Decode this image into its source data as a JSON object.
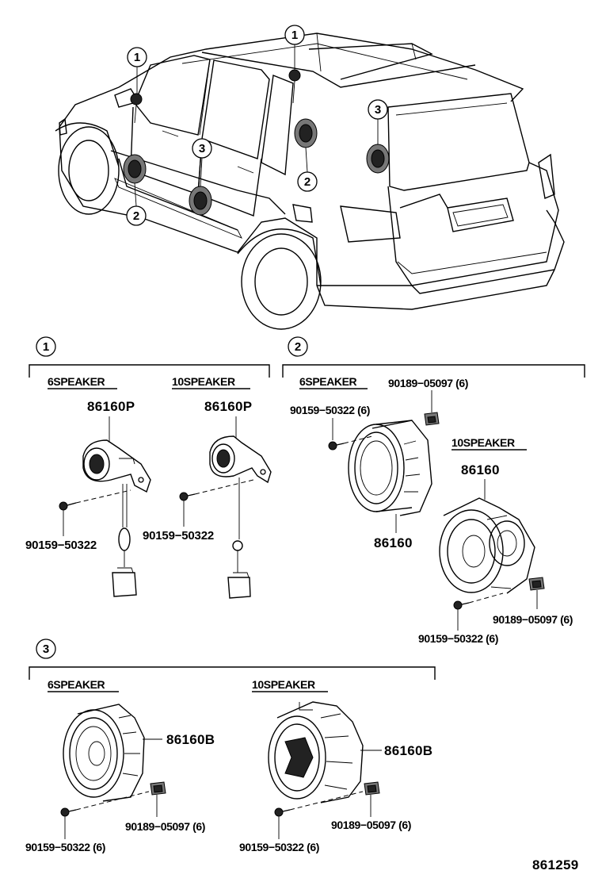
{
  "callouts": {
    "one": "1",
    "two": "2",
    "three": "3"
  },
  "group1": {
    "left_header": "6SPEAKER",
    "right_header": "10SPEAKER",
    "left_part": "86160P",
    "right_part": "86160P",
    "left_screw": "90159−50322",
    "right_screw": "90159−50322"
  },
  "group2": {
    "left_header": "6SPEAKER",
    "right_header": "10SPEAKER",
    "clip_top": "90189−05097 (6)",
    "screw_top": "90159−50322 (6)",
    "left_part": "86160",
    "right_part": "86160",
    "right_clip": "90189−05097 (6)",
    "right_screw": "90159−50322 (6)"
  },
  "group3": {
    "left_header": "6SPEAKER",
    "right_header": "10SPEAKER",
    "left_part": "86160B",
    "right_part": "86160B",
    "left_clip": "90189−05097 (6)",
    "left_screw": "90159−50322 (6)",
    "right_clip": "90189−05097 (6)",
    "right_screw": "90159−50322 (6)"
  },
  "figure_number": "861259"
}
